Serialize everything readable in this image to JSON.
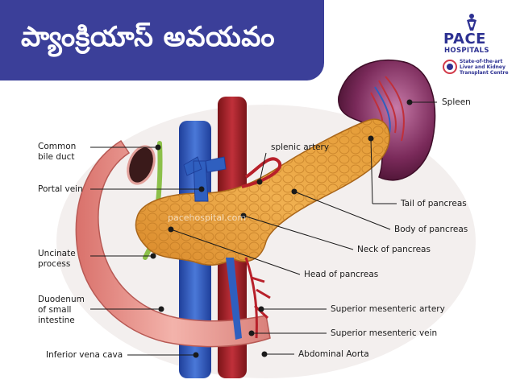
{
  "title": "ప్యాంక్రియాస్ అవయవం",
  "logo": {
    "name": "PACE",
    "subtitle": "HOSPITALS",
    "tagline": [
      "State-of-the-art",
      "Liver and Kidney",
      "Transplant Centre"
    ]
  },
  "watermark": "pacehospital.com",
  "labels": {
    "common_bile_duct": [
      "Common",
      "bile duct"
    ],
    "portal_vein": "Portal vein",
    "uncinate_process": [
      "Uncinate",
      "process"
    ],
    "duodenum": [
      "Duodenum",
      "of small",
      "intestine"
    ],
    "inferior_vena_cava": "Inferior vena cava",
    "splenic_artery": "splenic artery",
    "spleen": "Spleen",
    "tail_of_pancreas": "Tail of pancreas",
    "body_of_pancreas": "Body of pancreas",
    "neck_of_pancreas": "Neck of pancreas",
    "head_of_pancreas": "Head of pancreas",
    "superior_mesenteric_artery": "Superior mesenteric artery",
    "superior_mesenteric_vein": "Superior mesenteric vein",
    "abdominal_aorta": "Abdominal Aorta"
  },
  "colors": {
    "banner": "#3b3f99",
    "pancreas": "#e8a43c",
    "duodenum": "#e89a94",
    "spleen": "#6a1e4a",
    "vein": "#2f5fbf",
    "artery": "#b8202a"
  }
}
